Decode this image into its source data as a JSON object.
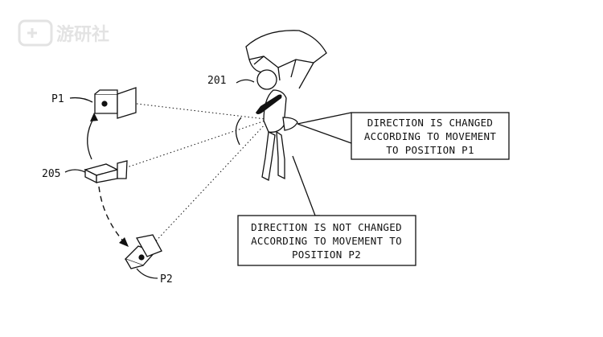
{
  "watermark": {
    "text": "游研社"
  },
  "labels": {
    "character": "201",
    "camera_origin": "205",
    "position_1": "P1",
    "position_2": "P2"
  },
  "callouts": {
    "changed": [
      "DIRECTION IS CHANGED",
      "ACCORDING TO MOVEMENT",
      "TO POSITION P1"
    ],
    "not_changed": [
      "DIRECTION IS NOT CHANGED",
      "ACCORDING TO MOVEMENT TO",
      "POSITION P2"
    ]
  },
  "icons": {
    "watermark_logo": "gamepad-icon",
    "cameras": "camera-icon",
    "character": "paraglider-figure"
  }
}
